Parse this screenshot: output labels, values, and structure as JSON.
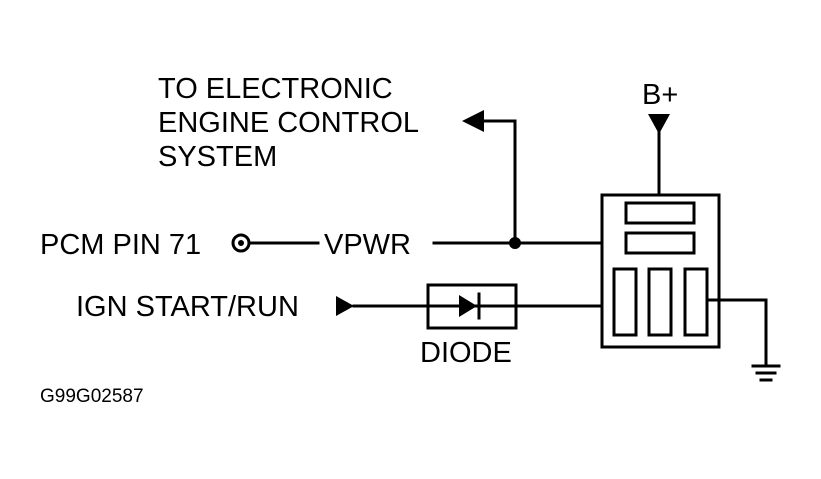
{
  "destination": {
    "line1": "TO ELECTRONIC",
    "line2": "ENGINE CONTROL",
    "line3": "SYSTEM"
  },
  "power": {
    "label": "B+"
  },
  "pcm": {
    "label": "PCM PIN 71",
    "wire_label": "VPWR"
  },
  "ignition": {
    "label": "IGN START/RUN"
  },
  "diode": {
    "label": "DIODE"
  },
  "figure_id": "G99G02587"
}
